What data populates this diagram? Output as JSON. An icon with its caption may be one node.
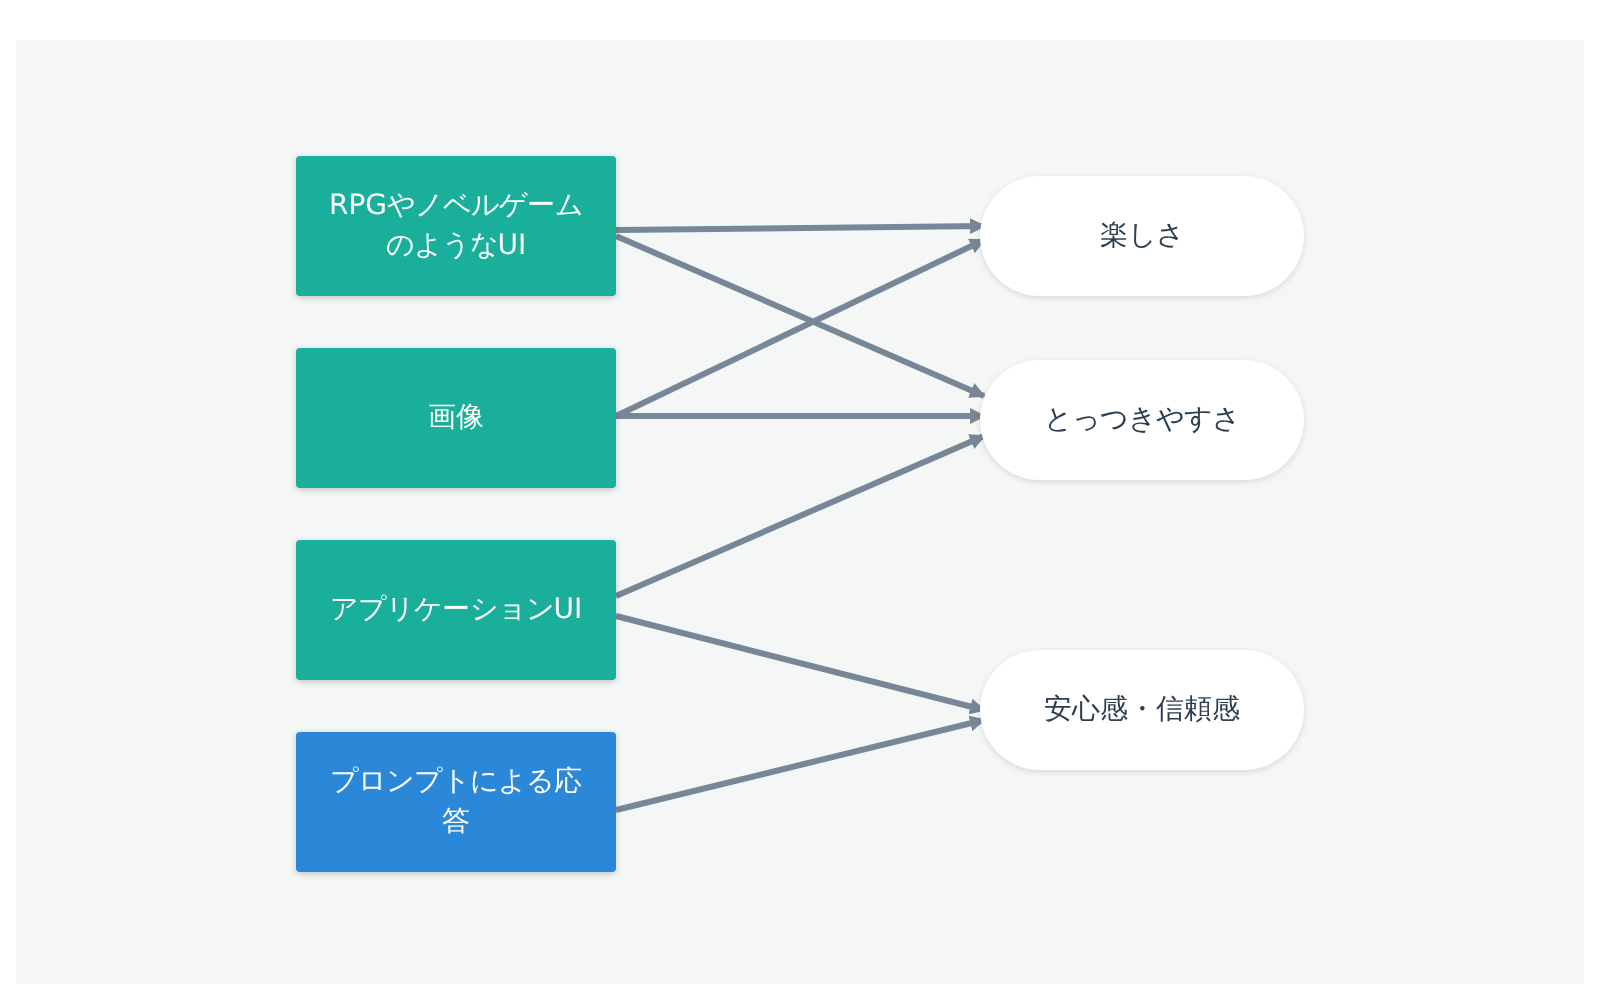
{
  "diagram": {
    "nodes": [
      {
        "text": [
          "RPGやノベルゲームのようなUI"
        ]
      },
      {
        "text": [
          "画像"
        ]
      },
      {
        "text": [
          "アプリケーションUI"
        ]
      },
      {
        "text": [
          "プロンプトによる応答"
        ]
      },
      {
        "text": [
          "楽しさ"
        ]
      },
      {
        "text": [
          "とっつきやすさ"
        ]
      },
      {
        "text": [
          "安心感・信頼感"
        ]
      }
    ],
    "edges": [
      {
        "from": 0,
        "to": 4,
        "arrow": "to"
      },
      {
        "from": 0,
        "to": 5,
        "arrow": "to"
      },
      {
        "from": 1,
        "to": 4,
        "arrow": "to"
      },
      {
        "from": 1,
        "to": 5,
        "arrow": "to"
      },
      {
        "from": 2,
        "to": 5,
        "arrow": "to"
      },
      {
        "from": 2,
        "to": 6,
        "arrow": "to"
      },
      {
        "from": 3,
        "to": 6,
        "arrow": "to"
      }
    ]
  }
}
